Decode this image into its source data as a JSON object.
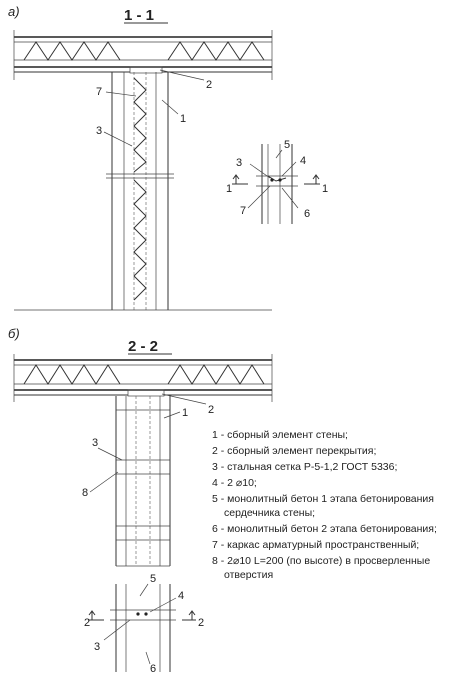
{
  "part_a": "а)",
  "part_b": "б)",
  "section_1": "1 - 1",
  "section_2": "2 - 2",
  "callouts": {
    "a_7": "7",
    "a_2": "2",
    "a_1": "1",
    "a_3": "3",
    "d_5": "5",
    "d_3": "3",
    "d_4": "4",
    "d_7": "7",
    "d_6": "6",
    "d_cut_l": "1",
    "d_cut_r": "1",
    "b_1": "1",
    "b_2": "2",
    "b_3": "3",
    "b_8": "8",
    "e_5": "5",
    "e_4": "4",
    "e_3": "3",
    "e_6": "6",
    "e_cut_l": "2",
    "e_cut_r": "2"
  },
  "legend": [
    "1 - сборный элемент стены;",
    "2 - сборный элемент перекрытия;",
    "3 - стальная сетка Р-5-1,2 ГОСТ 5336;",
    "4 - 2 ⌀10;",
    "5 - монолитный бетон 1 этапа бетонирования",
    "сердечника стены;",
    "6 - монолитный бетон 2 этапа бетонирования;",
    "7 - каркас арматурный пространственный;",
    "8 - 2⌀10 L=200 (по высоте) в просверленные",
    "отверстия"
  ]
}
